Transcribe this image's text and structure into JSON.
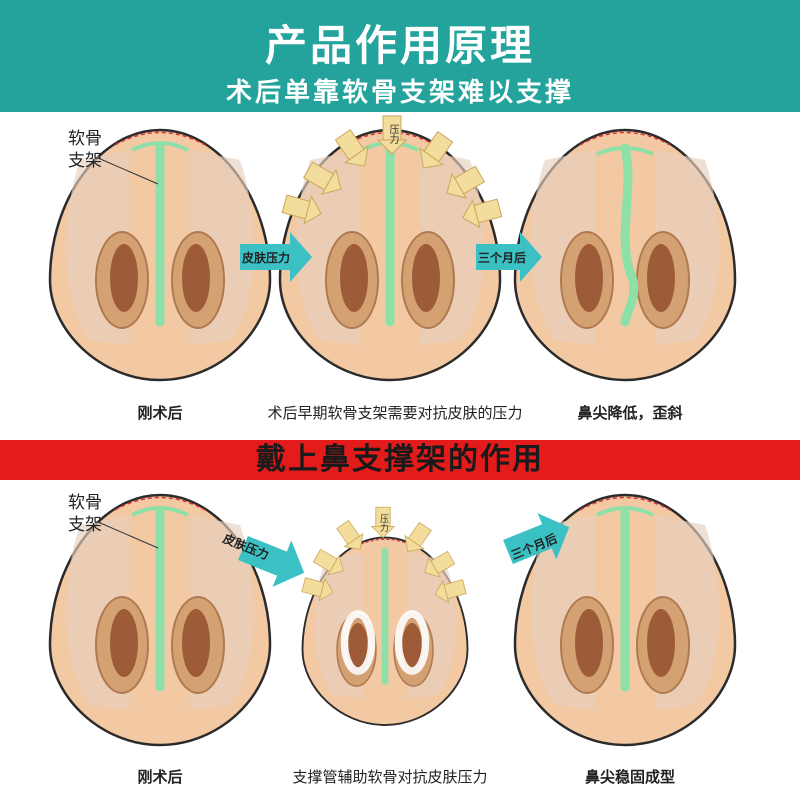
{
  "header": {
    "title": "产品作用原理",
    "subtitle": "术后单靠软骨支架难以支撑"
  },
  "top_row": {
    "cartilage_label_line1": "软骨",
    "cartilage_label_line2": "支架",
    "arrow1_label": "皮肤压力",
    "arrow2_label": "三个月后",
    "pressure_label": "压力",
    "captions": [
      "刚术后",
      "术后早期软骨支架需要对抗皮肤的压力",
      "鼻尖降低，歪斜"
    ]
  },
  "banner": {
    "text": "戴上鼻支撑架的作用"
  },
  "bottom_row": {
    "cartilage_label_line1": "软骨",
    "cartilage_label_line2": "支架",
    "arrow1_label": "皮肤压力",
    "arrow2_label": "三个月后",
    "pressure_label": "压力",
    "captions": [
      "刚术后",
      "支撑管辅助软骨对抗皮肤压力",
      "鼻尖稳固成型"
    ]
  },
  "colors": {
    "header_bg": "#23a39c",
    "banner_bg": "#e41b1b",
    "skin": "#f3c9a3",
    "cartilage": "#8de0a8",
    "arrow": "#3bc1c4",
    "pressure_arrow": "#f3dd9c"
  }
}
